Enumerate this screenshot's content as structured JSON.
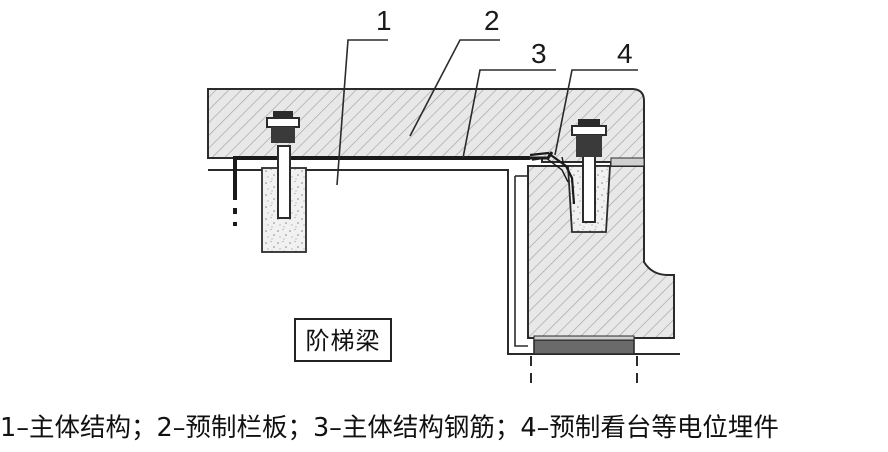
{
  "callouts": {
    "n1": "1",
    "n2": "2",
    "n3": "3",
    "n4": "4"
  },
  "beam_label": "阶梯梁",
  "caption": "1–主体结构；2–预制栏板；3–主体结构钢筋；4–预制看台等电位埋件",
  "colors": {
    "line": "#2b2b2b",
    "hatch": "#9a9a9a",
    "slab_fill": "#e6e6e6",
    "grout_fill": "#f0f0f0",
    "bearing_fill": "#6a6a6a"
  }
}
